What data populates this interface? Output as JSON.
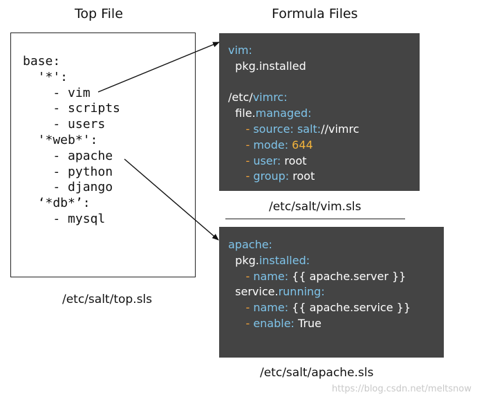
{
  "headings": {
    "top_file": "Top File",
    "formula_files": "Formula Files"
  },
  "top_file": {
    "lines": [
      "base:",
      "  '*':",
      "    - vim",
      "    - scripts",
      "    - users",
      "  '*web*':",
      "    - apache",
      "    - python",
      "    - django",
      "  ‘*db*’:",
      "    - mysql"
    ],
    "caption": "/etc/salt/top.sls"
  },
  "vim_sls": {
    "tokens": {
      "vim": "vim:",
      "pkg_installed": "pkg.installed",
      "etc_prefix": "/etc/",
      "vimrc_name": "vimrc:",
      "file_word": "file.",
      "managed_word": "managed:",
      "dash": "-",
      "source_key": "source:",
      "salt_word": "salt:",
      "vimrc_path": "//vimrc",
      "mode_key": "mode:",
      "mode_value": "644",
      "user_key": "user:",
      "user_value": "root",
      "group_key": "group:",
      "group_value": "root"
    },
    "caption": "/etc/salt/vim.sls"
  },
  "apache_sls": {
    "tokens": {
      "apache": "apache:",
      "pkg_word": "pkg.",
      "installed_word": "installed:",
      "dash": "-",
      "name_key": "name:",
      "server_value": "{{ apache.server }}",
      "service_word": "service.",
      "running_word": "running:",
      "service_value": "{{ apache.service }}",
      "enable_key": "enable:",
      "enable_value": "True"
    },
    "caption": "/etc/salt/apache.sls"
  },
  "colors": {
    "key": "#7fc4ea",
    "dash": "#f2a33b",
    "number": "#f2b33b",
    "panel_bg": "#444444"
  },
  "watermark": "https://blog.csdn.net/meltsnow"
}
